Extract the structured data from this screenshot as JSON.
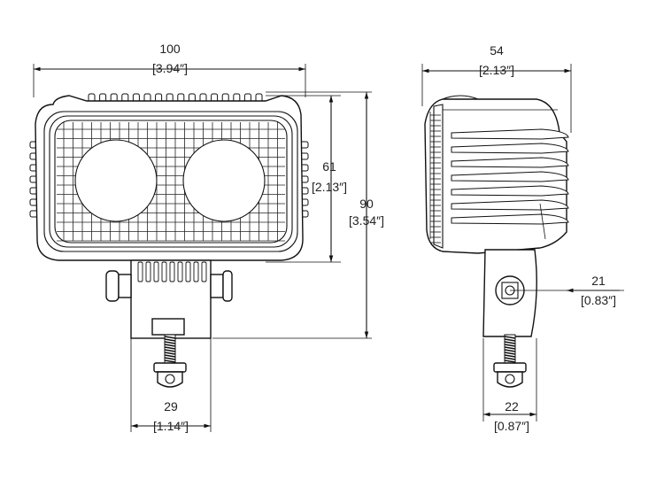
{
  "dimensions": {
    "front_width": {
      "mm": "100",
      "in": "[3.94″]"
    },
    "front_lens_height": {
      "mm": "61",
      "in": "[2.13″]"
    },
    "front_total_height": {
      "mm": "90",
      "in": "[3.54″]"
    },
    "bracket_width": {
      "mm": "29",
      "in": "[1.14″]"
    },
    "side_depth": {
      "mm": "54",
      "in": "[2.13″]"
    },
    "mount_offset": {
      "mm": "21",
      "in": "[0.83″]"
    },
    "side_bracket_width": {
      "mm": "22",
      "in": "[0.87″]"
    }
  }
}
